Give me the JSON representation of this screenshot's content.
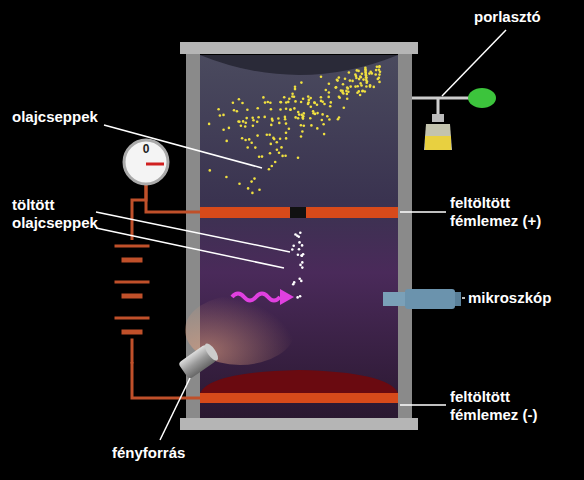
{
  "diagram": {
    "labels": [
      "porlasztó",
      "olajcseppek",
      "0",
      "töltött olajcseppek",
      "feltöltött fémlemez (+)",
      "mikroszkóp",
      "feltöltött fémlemez (-)",
      "fényforrás"
    ]
  }
}
